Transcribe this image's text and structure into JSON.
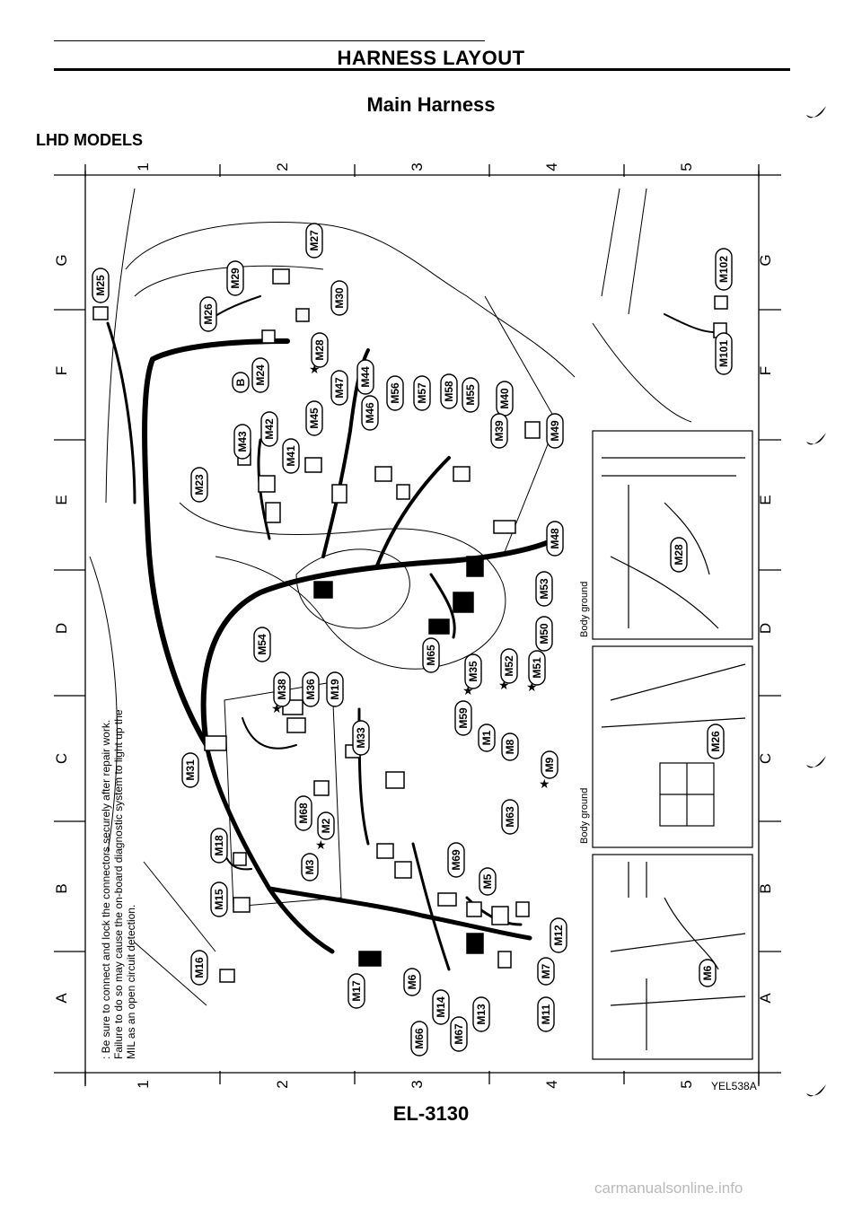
{
  "header": {
    "title": "HARNESS LAYOUT",
    "subtitle": "Main Harness",
    "section": "LHD MODELS"
  },
  "footer": {
    "page_number": "EL-3130",
    "figure_code": "YEL538A",
    "watermark": "carmanualsonline.info"
  },
  "grid": {
    "columns": [
      "1",
      "2",
      "3",
      "4",
      "5"
    ],
    "rows": [
      "G",
      "F",
      "E",
      "D",
      "C",
      "B",
      "A"
    ]
  },
  "notes": [
    ": Be sure to connect and lock the connectors securely after repair work.",
    "Failure to do so may cause the on-board diagnostic system to light up the",
    "MIL as an open circuit detection."
  ],
  "callouts": {
    "body_ground_1": "Body ground",
    "body_ground_2": "Body ground"
  },
  "connectors": [
    {
      "id": "M25",
      "star": false
    },
    {
      "id": "M26",
      "star": false
    },
    {
      "id": "M29",
      "star": false
    },
    {
      "id": "M27",
      "star": false
    },
    {
      "id": "M30",
      "star": false
    },
    {
      "id": "M28",
      "star": true
    },
    {
      "id": "B",
      "star": false
    },
    {
      "id": "M24",
      "star": false
    },
    {
      "id": "M47",
      "star": false
    },
    {
      "id": "M44",
      "star": false
    },
    {
      "id": "M56",
      "star": false
    },
    {
      "id": "M57",
      "star": false
    },
    {
      "id": "M58",
      "star": false
    },
    {
      "id": "M55",
      "star": false
    },
    {
      "id": "M40",
      "star": false
    },
    {
      "id": "M43",
      "star": false
    },
    {
      "id": "M42",
      "star": false
    },
    {
      "id": "M41",
      "star": false
    },
    {
      "id": "M45",
      "star": false
    },
    {
      "id": "M46",
      "star": false
    },
    {
      "id": "M39",
      "star": false
    },
    {
      "id": "M49",
      "star": false
    },
    {
      "id": "M23",
      "star": false
    },
    {
      "id": "M48",
      "star": false
    },
    {
      "id": "M53",
      "star": false
    },
    {
      "id": "M50",
      "star": false
    },
    {
      "id": "M54",
      "star": false
    },
    {
      "id": "M65",
      "star": false
    },
    {
      "id": "M38",
      "star": true
    },
    {
      "id": "M36",
      "star": false
    },
    {
      "id": "M19",
      "star": false
    },
    {
      "id": "M35",
      "star": true
    },
    {
      "id": "M52",
      "star": true
    },
    {
      "id": "M51",
      "star": true
    },
    {
      "id": "M33",
      "star": false
    },
    {
      "id": "M59",
      "star": false
    },
    {
      "id": "M1",
      "star": false
    },
    {
      "id": "M8",
      "star": false
    },
    {
      "id": "M9",
      "star": true
    },
    {
      "id": "M31",
      "star": false
    },
    {
      "id": "M18",
      "star": false
    },
    {
      "id": "M68",
      "star": false
    },
    {
      "id": "M2",
      "star": true
    },
    {
      "id": "M3",
      "star": false
    },
    {
      "id": "M63",
      "star": false
    },
    {
      "id": "M69",
      "star": false
    },
    {
      "id": "M5",
      "star": false
    },
    {
      "id": "M15",
      "star": false
    },
    {
      "id": "M12",
      "star": false
    },
    {
      "id": "M16",
      "star": false
    },
    {
      "id": "M17",
      "star": false
    },
    {
      "id": "M6",
      "star": false
    },
    {
      "id": "M7",
      "star": false
    },
    {
      "id": "M11",
      "star": false
    },
    {
      "id": "M14",
      "star": false
    },
    {
      "id": "M13",
      "star": false
    },
    {
      "id": "M66",
      "star": false
    },
    {
      "id": "M67",
      "star": false
    },
    {
      "id": "M102",
      "star": false
    },
    {
      "id": "M101",
      "star": false
    },
    {
      "id": "M28",
      "star": false
    },
    {
      "id": "M26",
      "star": false
    },
    {
      "id": "M6",
      "star": false
    }
  ]
}
